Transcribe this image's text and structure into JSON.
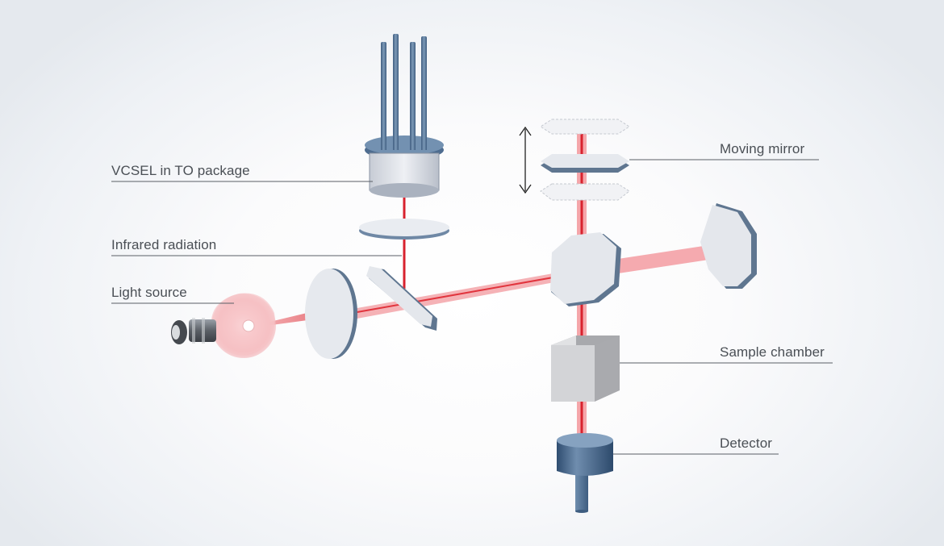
{
  "labels": {
    "vcsel": "VCSEL in TO package",
    "infrared": "Infrared radiation",
    "light_source": "Light source",
    "moving_mirror": "Moving mirror",
    "sample_chamber": "Sample chamber",
    "detector": "Detector"
  },
  "colors": {
    "beam": "#d8222e",
    "beam_glow": "#f6a5a9",
    "mirror_face": "#e6e9ee",
    "mirror_edge": "#5f7690",
    "callout_line": "#5a5f66",
    "detector_body": "#4f6f92",
    "sample_chamber": "#d4d4d6"
  },
  "icons": {
    "vcsel": "vcsel-to-package-icon",
    "bulb": "light-bulb-icon",
    "detector": "detector-icon",
    "arrow": "double-headed-arrow-icon"
  }
}
